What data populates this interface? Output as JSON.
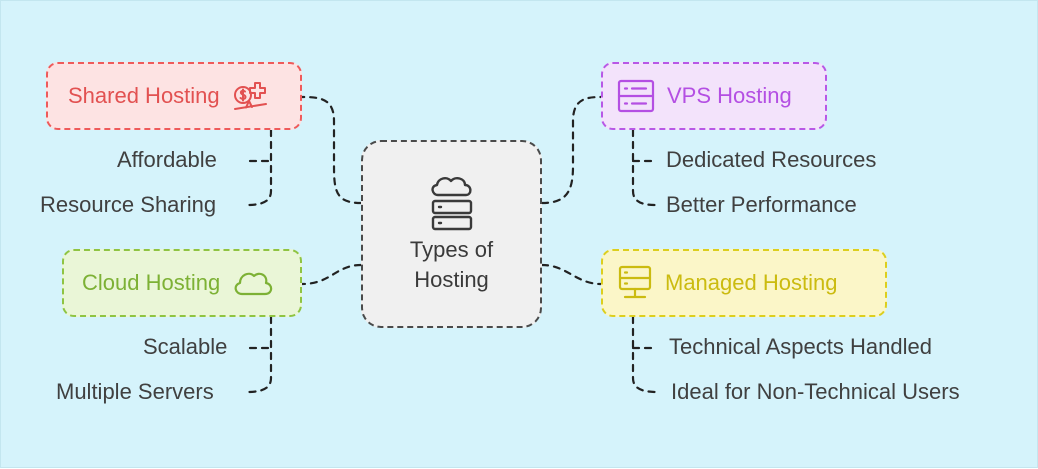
{
  "center": {
    "title": "Types of Hosting",
    "icon": "cloud-server-icon"
  },
  "branches": {
    "shared": {
      "label": "Shared Hosting",
      "icon": "budget-balance-icon",
      "color": "#e25151",
      "items": [
        "Affordable",
        "Resource Sharing"
      ]
    },
    "vps": {
      "label": "VPS Hosting",
      "icon": "server-panel-icon",
      "color": "#b44fe3",
      "items": [
        "Dedicated Resources",
        "Better Performance"
      ]
    },
    "cloud": {
      "label": "Cloud Hosting",
      "icon": "cloud-icon",
      "color": "#7db135",
      "items": [
        "Scalable",
        "Multiple Servers"
      ]
    },
    "managed": {
      "label": "Managed Hosting",
      "icon": "server-stand-icon",
      "color": "#cbbb10",
      "items": [
        "Technical Aspects Handled",
        "Ideal for Non-Technical Users"
      ]
    }
  }
}
